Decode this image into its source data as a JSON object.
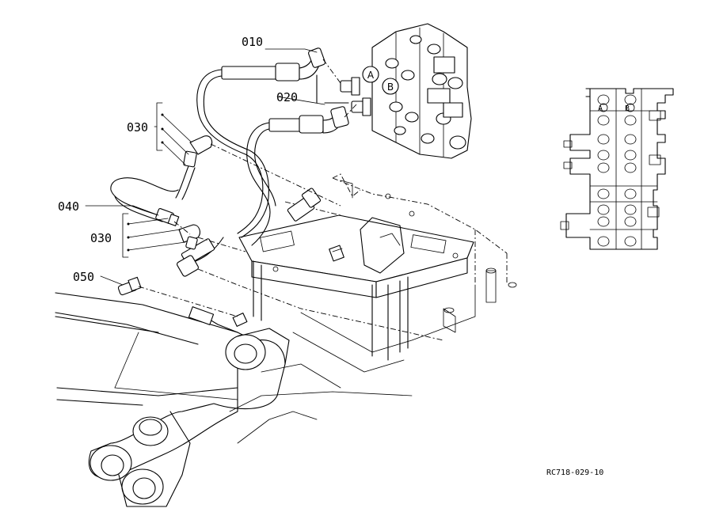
{
  "diagram": {
    "callouts": [
      {
        "id": "010",
        "label": "010"
      },
      {
        "id": "020",
        "label": "020"
      },
      {
        "id": "030a",
        "label": "030"
      },
      {
        "id": "040",
        "label": "040"
      },
      {
        "id": "030b",
        "label": "030"
      },
      {
        "id": "050",
        "label": "050"
      }
    ],
    "port_letters": {
      "a": "A",
      "b": "B"
    },
    "reference_code": "RC718-029-10"
  }
}
